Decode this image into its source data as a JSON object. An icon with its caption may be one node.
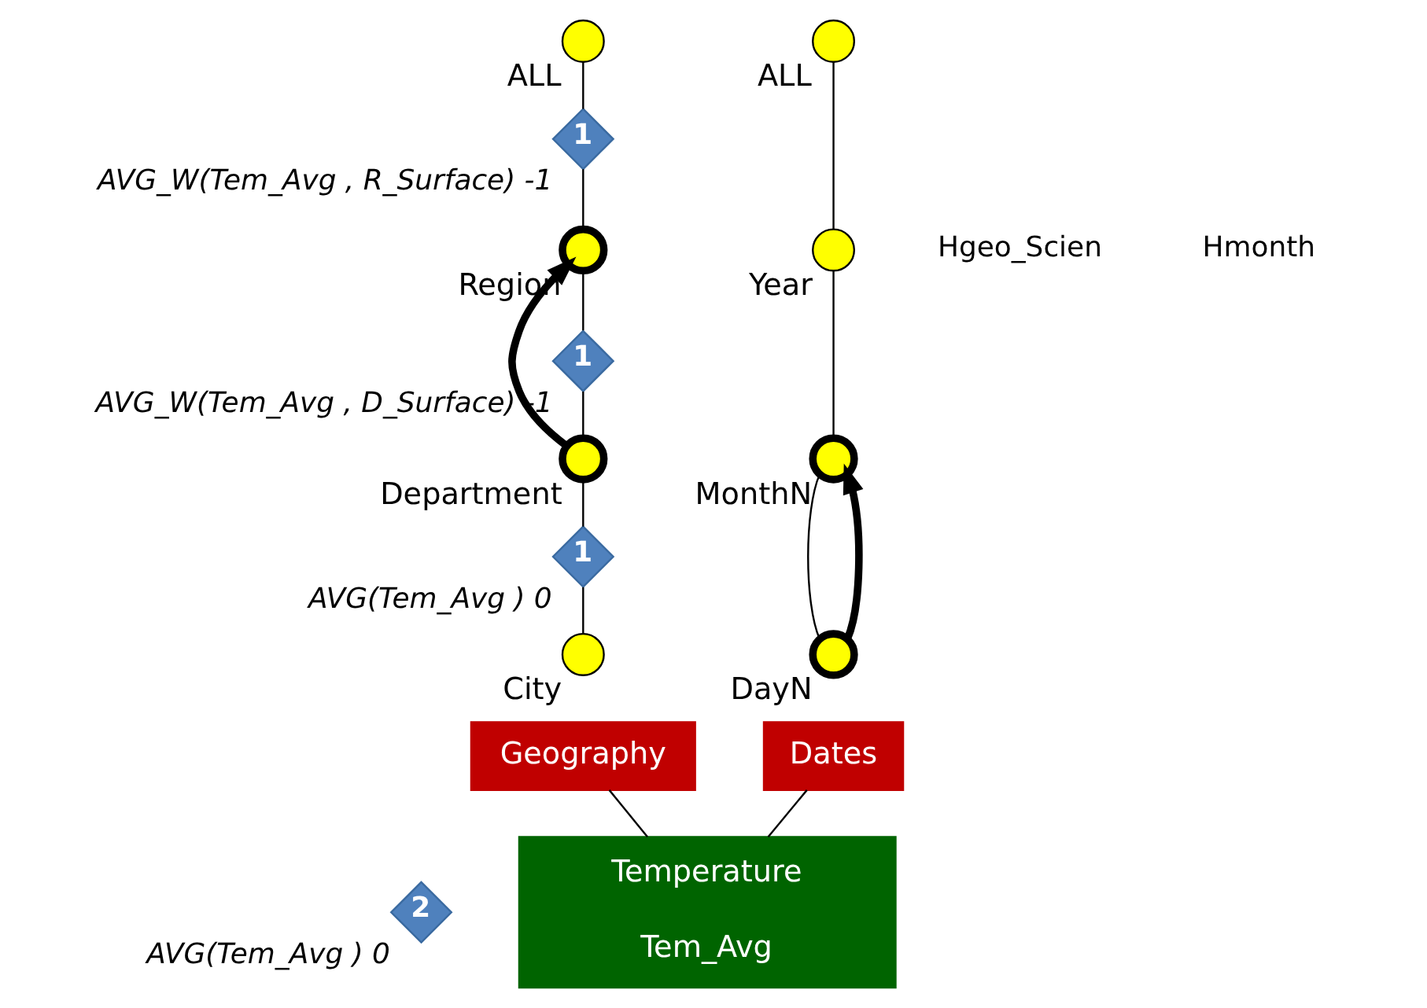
{
  "diagram": {
    "nodes": [
      {
        "text": [
          "Temperature",
          "Tem_Avg"
        ]
      },
      {
        "text": [
          "Geography"
        ]
      },
      {
        "text": [
          "Dates"
        ]
      },
      {
        "text": [
          "City"
        ]
      },
      {
        "text": [
          "Department"
        ]
      },
      {
        "text": [
          "Region"
        ]
      },
      {
        "text": [
          "ALL"
        ]
      },
      {
        "text": [
          "1"
        ],
        "beside": [
          "AVG(Tem_Avg ) 0"
        ]
      },
      {
        "text": [
          "1"
        ],
        "beside": [
          "AVG_W(Tem_Avg , D_Surface) -1"
        ]
      },
      {
        "text": [
          "1"
        ],
        "beside": [
          "AVG_W(Tem_Avg , R_Surface) -1"
        ]
      },
      {
        "text": [
          "DayN"
        ]
      },
      {
        "text": [
          "MonthN"
        ]
      },
      {
        "text": [
          "Year"
        ]
      },
      {
        "text": [
          "ALL"
        ]
      },
      {
        "text": [
          "2"
        ],
        "beside": [
          "AVG(Tem_Avg ) 0"
        ]
      }
    ],
    "edges": [
      {
        "from": 0,
        "to": 1,
        "arrow": "none"
      },
      {
        "from": 0,
        "to": 2,
        "arrow": "none"
      },
      {
        "from": 3,
        "to": 7,
        "arrow": "none"
      },
      {
        "from": 7,
        "to": 4,
        "arrow": "none"
      },
      {
        "from": 4,
        "to": 8,
        "arrow": "none"
      },
      {
        "from": 8,
        "to": 5,
        "arrow": "none"
      },
      {
        "from": 5,
        "to": 9,
        "arrow": "none"
      },
      {
        "from": 9,
        "to": 6,
        "arrow": "none"
      },
      {
        "from": 10,
        "to": 11,
        "arrow": "none"
      },
      {
        "from": 11,
        "to": 12,
        "arrow": "none"
      },
      {
        "from": 12,
        "to": 13,
        "arrow": "none"
      },
      {
        "from": 4,
        "to": 5,
        "arrow": "to",
        "style": "thick"
      },
      {
        "from": 10,
        "to": 11,
        "arrow": "to",
        "style": "thick"
      }
    ],
    "labels": [
      "Hgeo_Scien",
      "Hmonth"
    ]
  }
}
